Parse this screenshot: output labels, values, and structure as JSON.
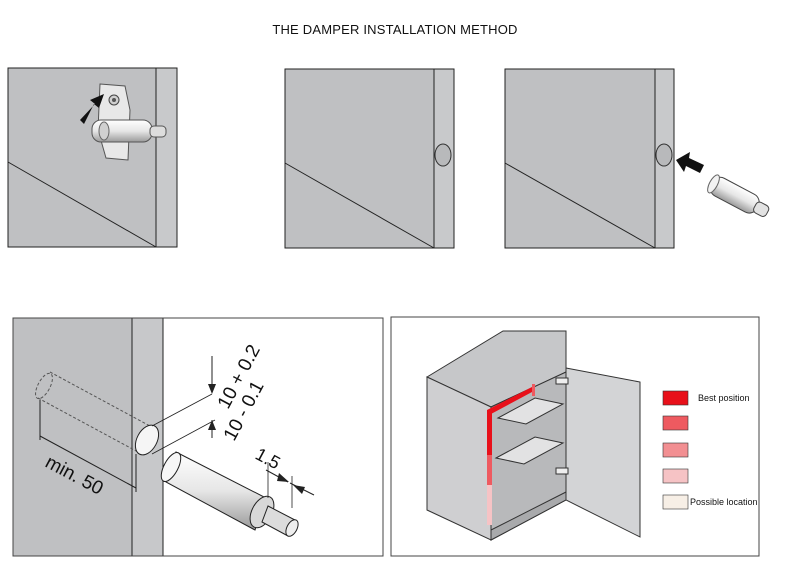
{
  "title": "THE DAMPER INSTALLATION METHOD",
  "dimensions": {
    "tolerance_top": "10 + 0.2",
    "tolerance_bottom": "10 - 0.1",
    "protrusion": "1.5",
    "depth": "min. 50"
  },
  "legend": [
    {
      "label": "Best position",
      "color": "#e8101a"
    },
    {
      "label": "",
      "color": "#ee5a60"
    },
    {
      "label": "",
      "color": "#f28f92"
    },
    {
      "label": "",
      "color": "#f6c3c5"
    },
    {
      "label": "Possible location",
      "color": "#f7efe6"
    }
  ],
  "colors": {
    "panel_gray": "#bdbec0",
    "edge_gray": "#c7c8ca",
    "outline": "#222222"
  }
}
